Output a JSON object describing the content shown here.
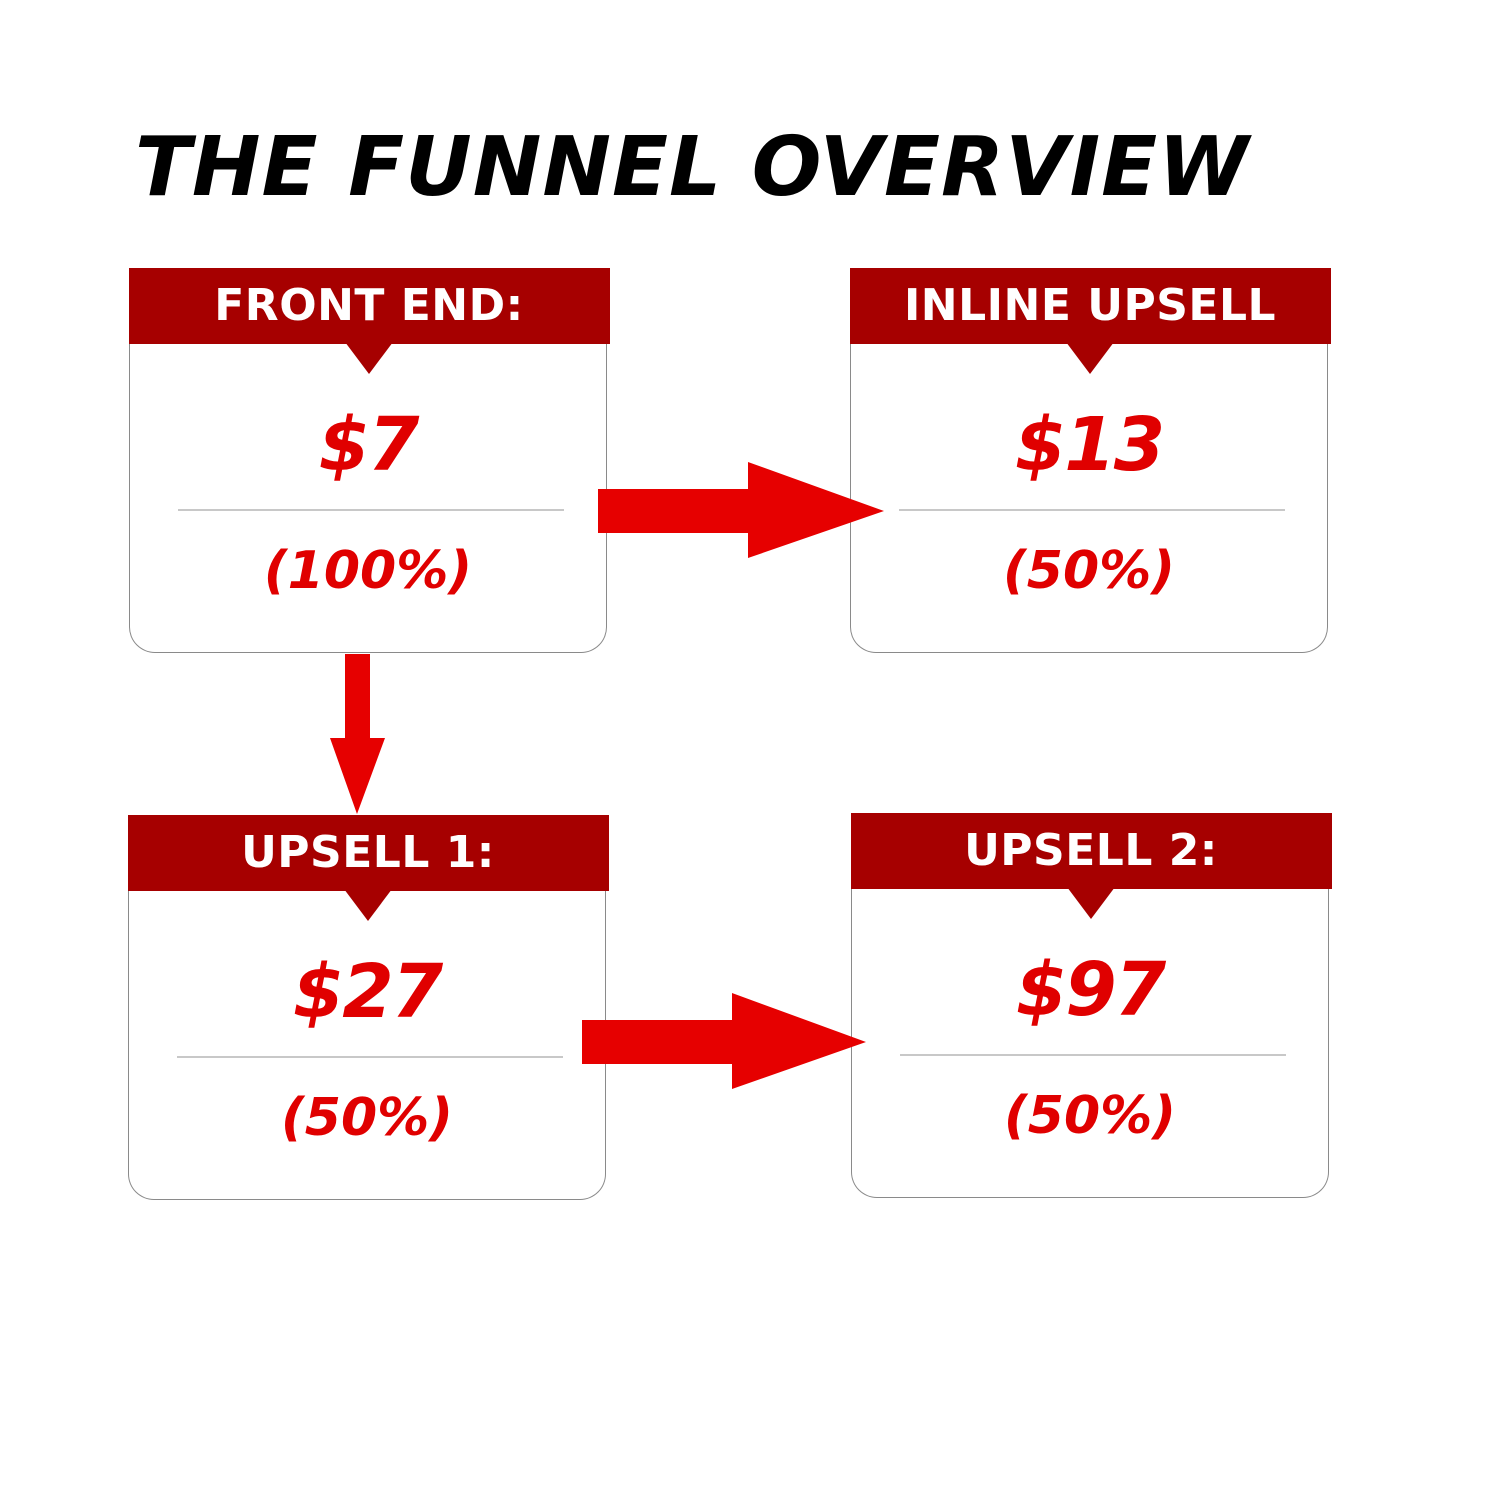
{
  "title": "THE FUNNEL OVERVIEW",
  "colors": {
    "header": "#a60000",
    "accent": "#e00000",
    "arrow": "#e60000",
    "title": "#000000"
  },
  "steps": [
    {
      "label": "FRONT END:",
      "price": "$7",
      "percent": "(100%)"
    },
    {
      "label": "INLINE UPSELL",
      "price": "$13",
      "percent": "(50%)"
    },
    {
      "label": "UPSELL 1:",
      "price": "$27",
      "percent": "(50%)"
    },
    {
      "label": "UPSELL 2:",
      "price": "$97",
      "percent": "(50%)"
    }
  ],
  "flows": [
    {
      "from": "FRONT END:",
      "to": "INLINE UPSELL"
    },
    {
      "from": "FRONT END:",
      "to": "UPSELL 1:"
    },
    {
      "from": "UPSELL 1:",
      "to": "UPSELL 2:"
    }
  ]
}
